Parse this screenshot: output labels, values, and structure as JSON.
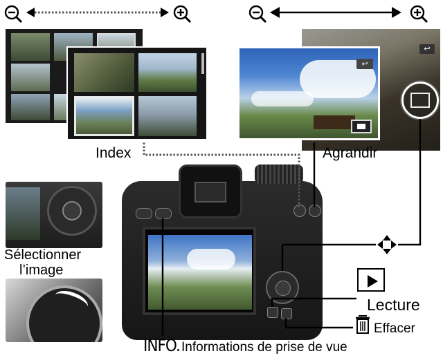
{
  "labels": {
    "index": "Index",
    "agrandir": "Agrandir",
    "select_line1": "Sélectionner",
    "select_line2": "l’image",
    "lecture": "Lecture",
    "effacer": "Effacer",
    "info_key": "INFO.",
    "info_text": "Informations de prise de vue"
  },
  "icons": {
    "zoom_out": "zoom-out-magnifier",
    "zoom_in": "zoom-in-magnifier",
    "play": "play-triangle",
    "trash": "trash-can",
    "cross_keys": "four-way-arrows",
    "return": "return-arrow"
  },
  "colors": {
    "accent_line": "#000000",
    "dotted_line": "#555555",
    "camera_body": "#1b1b1b",
    "photo_frame": "#ffffff"
  }
}
